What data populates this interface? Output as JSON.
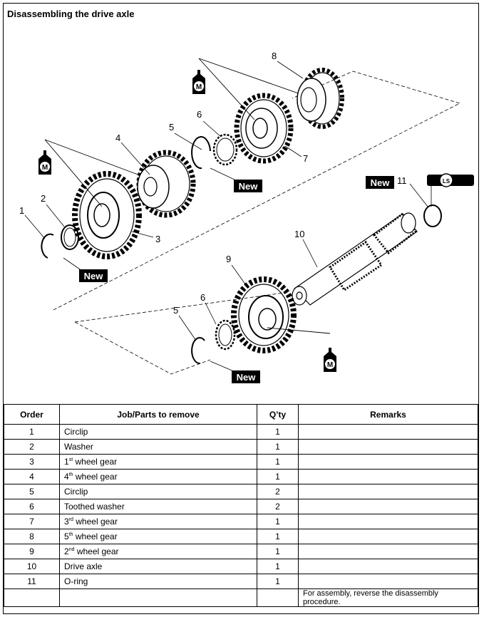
{
  "title": "Disassembling the drive axle",
  "callouts": {
    "n1": "1",
    "n2": "2",
    "n3": "3",
    "n4": "4",
    "n5a": "5",
    "n6a": "6",
    "n7": "7",
    "n8": "8",
    "n9": "9",
    "n10": "10",
    "n11": "11",
    "n5b": "5",
    "n6b": "6"
  },
  "badges": {
    "new": "New",
    "m": "M",
    "ls": "LS"
  },
  "table": {
    "headers": {
      "order": "Order",
      "job": "Job/Parts to remove",
      "qty": "Q’ty",
      "remarks": "Remarks"
    },
    "rows": [
      {
        "order": "1",
        "job": "Circlip",
        "qty": "1"
      },
      {
        "order": "2",
        "job": "Washer",
        "qty": "1"
      },
      {
        "order": "3",
        "job_pre": "1",
        "job_sup": "st",
        "job_post": " wheel gear",
        "qty": "1"
      },
      {
        "order": "4",
        "job_pre": "4",
        "job_sup": "th",
        "job_post": " wheel gear",
        "qty": "1"
      },
      {
        "order": "5",
        "job": "Circlip",
        "qty": "2"
      },
      {
        "order": "6",
        "job": "Toothed washer",
        "qty": "2"
      },
      {
        "order": "7",
        "job_pre": "3",
        "job_sup": "rd",
        "job_post": " wheel gear",
        "qty": "1"
      },
      {
        "order": "8",
        "job_pre": "5",
        "job_sup": "th",
        "job_post": " wheel gear",
        "qty": "1"
      },
      {
        "order": "9",
        "job_pre": "2",
        "job_sup": "nd",
        "job_post": " wheel gear",
        "qty": "1"
      },
      {
        "order": "10",
        "job": "Drive axle",
        "qty": "1"
      },
      {
        "order": "11",
        "job": "O-ring",
        "qty": "1"
      }
    ],
    "final_remark": "For assembly, reverse the disassembly procedure."
  }
}
